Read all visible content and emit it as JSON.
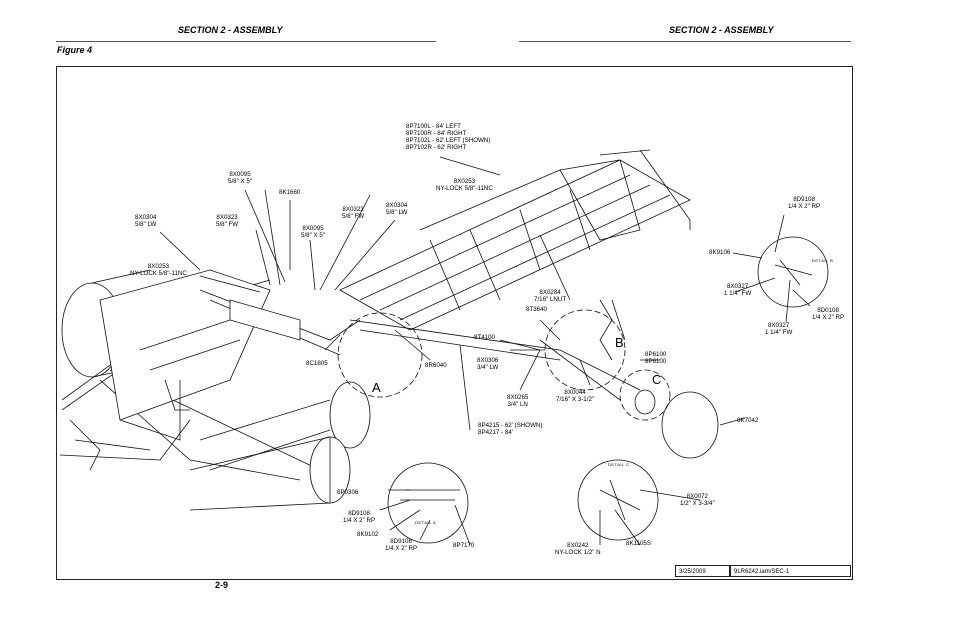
{
  "header": {
    "left_title": "SECTION 2 - ASSEMBLY",
    "right_title": "SECTION 2 - ASSEMBLY",
    "figure": "Figure 4"
  },
  "footer": {
    "page_number": "2-9",
    "date": "3/25/2009",
    "drawing_id": "9LR6242.iam/SEC-1"
  },
  "callouts": {
    "c1": [
      "8P7100L - 84' LEFT",
      "8P7100R - 84' RIGHT",
      "8P7102L - 62' LEFT (SHOWN)",
      "8P7102R - 62' RIGHT"
    ],
    "c2": [
      "8X0095",
      "5/8\" X 5\""
    ],
    "c3": [
      "8K1660"
    ],
    "c4": [
      "8X0253",
      "NY-LOCK 5/8\"-11NC"
    ],
    "c5": [
      "8X0304",
      "5/8\" LW"
    ],
    "c6": [
      "8X0323",
      "5/8\" FW"
    ],
    "c7": [
      "8X0304",
      "5/8\" LW"
    ],
    "c8": [
      "8X0323",
      "5/8\" FW"
    ],
    "c9": [
      "8X0095",
      "5/8\" X 5\""
    ],
    "c10": [
      "8X0253",
      "NY-LOCK 5/8\"-11NC"
    ],
    "c11": [
      "8D9108",
      "1/4 X 2\" RP"
    ],
    "c12": [
      "8K9106"
    ],
    "c13": [
      "8X0327",
      "1 1/4\" FW"
    ],
    "c14": [
      "8D0108",
      "1/4 X 2\" RP"
    ],
    "c15": [
      "8X0327",
      "1 1/4\" FW"
    ],
    "c16": [
      "8X0284",
      "7/16\" LNUT"
    ],
    "c17": [
      "8T3640"
    ],
    "c18": [
      "8T4100"
    ],
    "c19": [
      "8C1805"
    ],
    "c20": [
      "8R6040"
    ],
    "c21": [
      "8X0306",
      "3/4\" LW"
    ],
    "c22": [
      "8X0265",
      "3/4\" LN"
    ],
    "c23": [
      "8X0044",
      "7/16\" X 3-1/2\""
    ],
    "c24": [
      "8P6100",
      "8P6100"
    ],
    "c25": [
      "8K7042"
    ],
    "c26": [
      "8P4215 - 62' (SHOWN)",
      "8P4217 - 84'"
    ],
    "c27": [
      "8P0306"
    ],
    "c28": [
      "8D9108",
      "1/4 X 2\" RP"
    ],
    "c29": [
      "8K9102"
    ],
    "c30": [
      "8D9108",
      "1/4 X 2\" RP"
    ],
    "c31": [
      "8P7170"
    ],
    "c32": [
      "8X0072",
      "1/2\" X 3-3/4\""
    ],
    "c33": [
      "8X0242",
      "NY-LOCK 1/2\" N"
    ],
    "c34": [
      "8K1105S"
    ]
  },
  "detail_letters": {
    "a": "A",
    "b": "B",
    "c": "C"
  },
  "detail_labels": {
    "a": "DETAIL A",
    "b": "DETAIL B",
    "c": "DETAIL C"
  }
}
